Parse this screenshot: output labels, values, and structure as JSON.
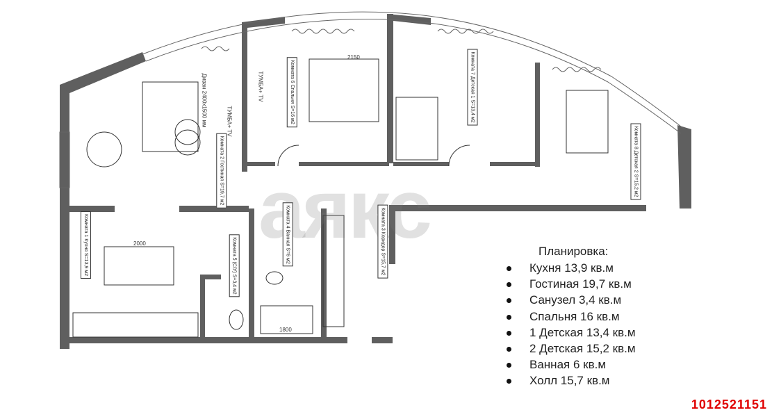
{
  "plan": {
    "rooms": [
      {
        "name": "Комната 2",
        "type": "Гостиная",
        "area": "S=19,7 м2"
      },
      {
        "name": "Комната 6",
        "type": "Спальня",
        "area": "S=16 м2"
      },
      {
        "name": "Комната 7",
        "type": "Детская 1",
        "area": "S=13,4 м2"
      },
      {
        "name": "Комната 8",
        "type": "Детская 2",
        "area": "S=15,2 м2"
      },
      {
        "name": "Комната 1",
        "type": "Кухня",
        "area": "S=13,9 м2"
      },
      {
        "name": "Комната 5 (С/У)",
        "type": "",
        "area": "S=3,4 м2"
      },
      {
        "name": "Комната 4",
        "type": "Ванная",
        "area": "S=6 м2"
      },
      {
        "name": "Комната 3",
        "type": "Коридор",
        "area": "S=15,7 м2"
      }
    ],
    "notes": {
      "sofa": "Диван 2400х1500 мм",
      "tv1": "ТУМБА+ TV",
      "tv2": "ТУМБА+ TV",
      "dim_2150": "2150",
      "dim_2000": "2000",
      "dim_1800": "1800"
    },
    "watermark": "аякс",
    "wall_color": "#5f5f5f"
  },
  "legend": {
    "title": "Планировка:",
    "items": [
      "Кухня 13,9 кв.м",
      "Гостиная 19,7 кв.м",
      "Санузел 3,4 кв.м",
      "Спальня 16 кв.м",
      "1 Детская  13,4 кв.м",
      "2 Детская  15,2 кв.м",
      "Ванная 6 кв.м",
      "Холл 15,7 кв.м"
    ]
  },
  "listing_id": "1012521151",
  "listing_id_color": "#e00000"
}
